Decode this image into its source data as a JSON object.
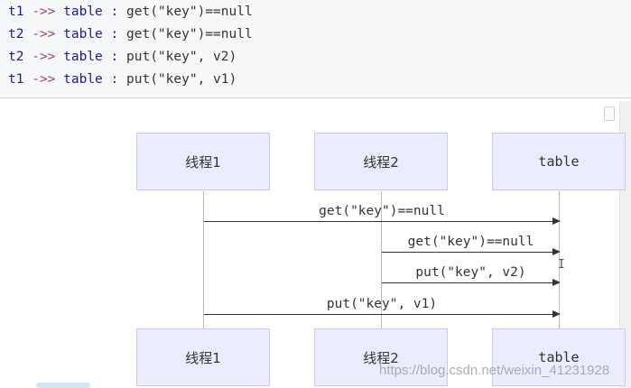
{
  "code": {
    "lines": [
      {
        "thread": "t1",
        "arrow": "->>",
        "target": "table",
        "sep": ":",
        "op": "get(\"key\")==null"
      },
      {
        "thread": "t2",
        "arrow": "->>",
        "target": "table",
        "sep": ":",
        "op": "get(\"key\")==null"
      },
      {
        "thread": "t2",
        "arrow": "->>",
        "target": "table",
        "sep": ":",
        "op": "put(\"key\", v2)"
      },
      {
        "thread": "t1",
        "arrow": "->>",
        "target": "table",
        "sep": ":",
        "op": "put(\"key\", v1)"
      }
    ]
  },
  "diagram": {
    "actors_top": [
      "线程1",
      "线程2",
      "table"
    ],
    "actors_bottom": [
      "线程1",
      "线程2",
      "table"
    ],
    "messages": [
      {
        "from": "线程1",
        "to": "table",
        "label": "get(\"key\")==null"
      },
      {
        "from": "线程2",
        "to": "table",
        "label": "get(\"key\")==null"
      },
      {
        "from": "线程2",
        "to": "table",
        "label": "put(\"key\", v2)"
      },
      {
        "from": "线程1",
        "to": "table",
        "label": "put(\"key\", v1)"
      }
    ]
  },
  "watermark": "https://blog.csdn.net/weixin_41231928",
  "cursor_glyph": "I",
  "colors": {
    "actor_fill": "#ececff",
    "actor_border": "#c9c9ef",
    "keyword_blue": "#1a1aa6",
    "arrow_purple": "#a0408c"
  }
}
